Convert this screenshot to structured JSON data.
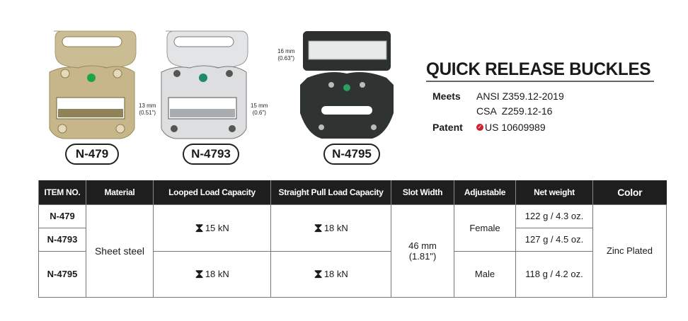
{
  "products": [
    {
      "model": "N-479",
      "slot_label": "13 mm",
      "slot_label_in": "(0.51\")",
      "finish_color": "#c9b98e"
    },
    {
      "model": "N-4793",
      "slot_label": "15 mm",
      "slot_label_in": "(0.6\")",
      "finish_color": "#d8dadc"
    },
    {
      "model": "N-4795",
      "slot_label": "16 mm",
      "slot_label_in": "(0.63\")",
      "finish_color": "#2c302f"
    }
  ],
  "header": {
    "title": "QUICK RELEASE BUCKLES"
  },
  "specs": {
    "meets_label": "Meets",
    "meets_1": "ANSI Z359.12-2019",
    "meets_2": "CSA  Z259.12-16",
    "patent_label": "Patent",
    "patent_value": "US 10609989",
    "patent_icon_color": "#d0202a"
  },
  "table": {
    "headers": [
      "ITEM NO.",
      "Material",
      "Looped Load Capacity",
      "Straight Pull Load Capacity",
      "Slot Width",
      "Adjustable",
      "Net weight",
      "Color"
    ],
    "items": [
      "N-479",
      "N-4793",
      "N-4795"
    ],
    "material": "Sheet steel",
    "looped": [
      "15 kN",
      "18 kN"
    ],
    "straight": [
      "18 kN",
      "18 kN"
    ],
    "slot_width": "46 mm",
    "slot_width_in": "(1.81\")",
    "adjustable": [
      "Female",
      "Male"
    ],
    "weights": [
      "122 g / 4.3 oz.",
      "127 g / 4.5 oz.",
      "118 g / 4.2 oz."
    ],
    "color": "Zinc Plated"
  }
}
